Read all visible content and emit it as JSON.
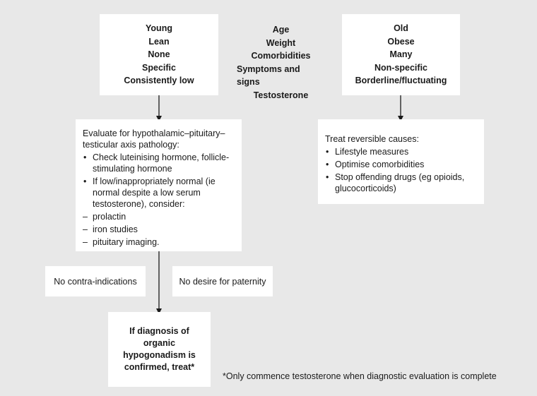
{
  "left_profile": [
    "Young",
    "Lean",
    "None",
    "Specific",
    "Consistently low"
  ],
  "criteria": [
    "Age",
    "Weight",
    "Comorbidities",
    "Symptoms and signs",
    "Testosterone"
  ],
  "right_profile": [
    "Old",
    "Obese",
    "Many",
    "Non-specific",
    "Borderline/fluctuating"
  ],
  "evaluate": {
    "intro": "Evaluate for hypothalamic–pituitary–testicular axis pathology:",
    "bullet1": "Check luteinising hormone, follicle-stimulating hormone",
    "bullet2": "If low/inappropriately normal (ie normal despite a low serum testosterone), consider:",
    "sub": [
      "prolactin",
      "iron studies",
      "pituitary imaging."
    ]
  },
  "treat_reversible": {
    "title": "Treat reversible causes:",
    "items": [
      "Lifestyle measures",
      "Optimise comorbidities",
      "Stop offending drugs (eg opioids, glucocorticoids)"
    ]
  },
  "conditions": {
    "no_contra": "No contra-indications",
    "no_paternity": "No desire for paternity"
  },
  "final": "If diagnosis of organic hypogonadism is confirmed, treat*",
  "footnote": "*Only commence testosterone when diagnostic evaluation is complete"
}
